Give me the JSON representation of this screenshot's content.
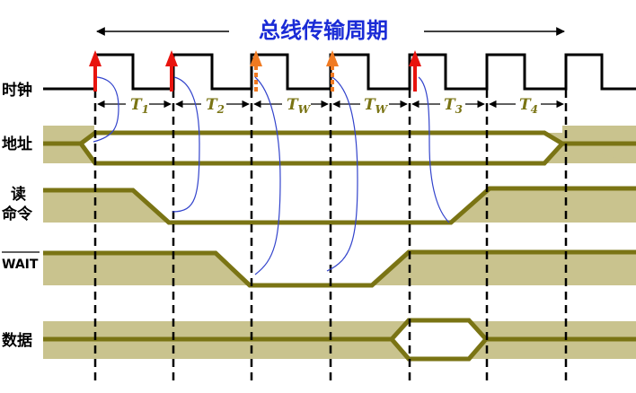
{
  "title": "总线传输周期",
  "labels": {
    "clock": "时钟",
    "address": "地址",
    "read_line1": "读",
    "read_line2": "命令",
    "wait": "WAIT",
    "data": "数据"
  },
  "periods": [
    {
      "main": "T",
      "sub": "1"
    },
    {
      "main": "T",
      "sub": "2"
    },
    {
      "main": "T",
      "sub": "W"
    },
    {
      "main": "T",
      "sub": "W"
    },
    {
      "main": "T",
      "sub": "3"
    },
    {
      "main": "T",
      "sub": "4"
    }
  ],
  "colors": {
    "title": "#1a2bd6",
    "signal_line": "#7a7414",
    "signal_fill": "#c9c38e",
    "clock_arrow_solid": "#e8140e",
    "clock_arrow_dashed": "#f07a22",
    "causal_curve": "#3344cc",
    "period_text": "#7a7414"
  }
}
